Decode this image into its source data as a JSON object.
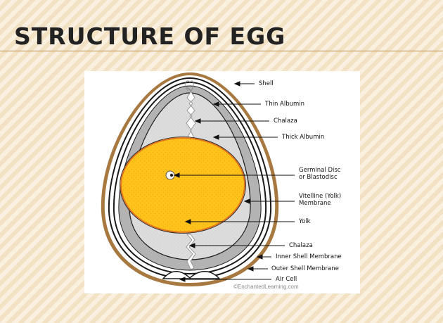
{
  "slide": {
    "title": "STRUCTURE OF EGG"
  },
  "diagram": {
    "labels": {
      "shell": "Shell",
      "thin_albumin": "Thin Albumin",
      "chalaza_top": "Chalaza",
      "thick_albumin": "Thick Albumin",
      "germinal_disc": "Germinal Disc\nor Blastodisc",
      "vitelline_membrane": "Vitelline (Yolk)\nMembrane",
      "yolk": "Yolk",
      "chalaza_bottom": "Chalaza",
      "inner_shell_membrane": "Inner Shell Membrane",
      "outer_shell_membrane": "Outer Shell Membrane",
      "air_cell": "Air Cell"
    },
    "credit": "©EnchantedLearning.com",
    "colors": {
      "shell": "#a7783f",
      "membrane": "#1a1a1a",
      "thin_albumin": "#b3b3b3",
      "thick_albumin": "#dcdcdc",
      "yolk": "#ffc21a",
      "yolk_edge": "#e2741a"
    }
  }
}
